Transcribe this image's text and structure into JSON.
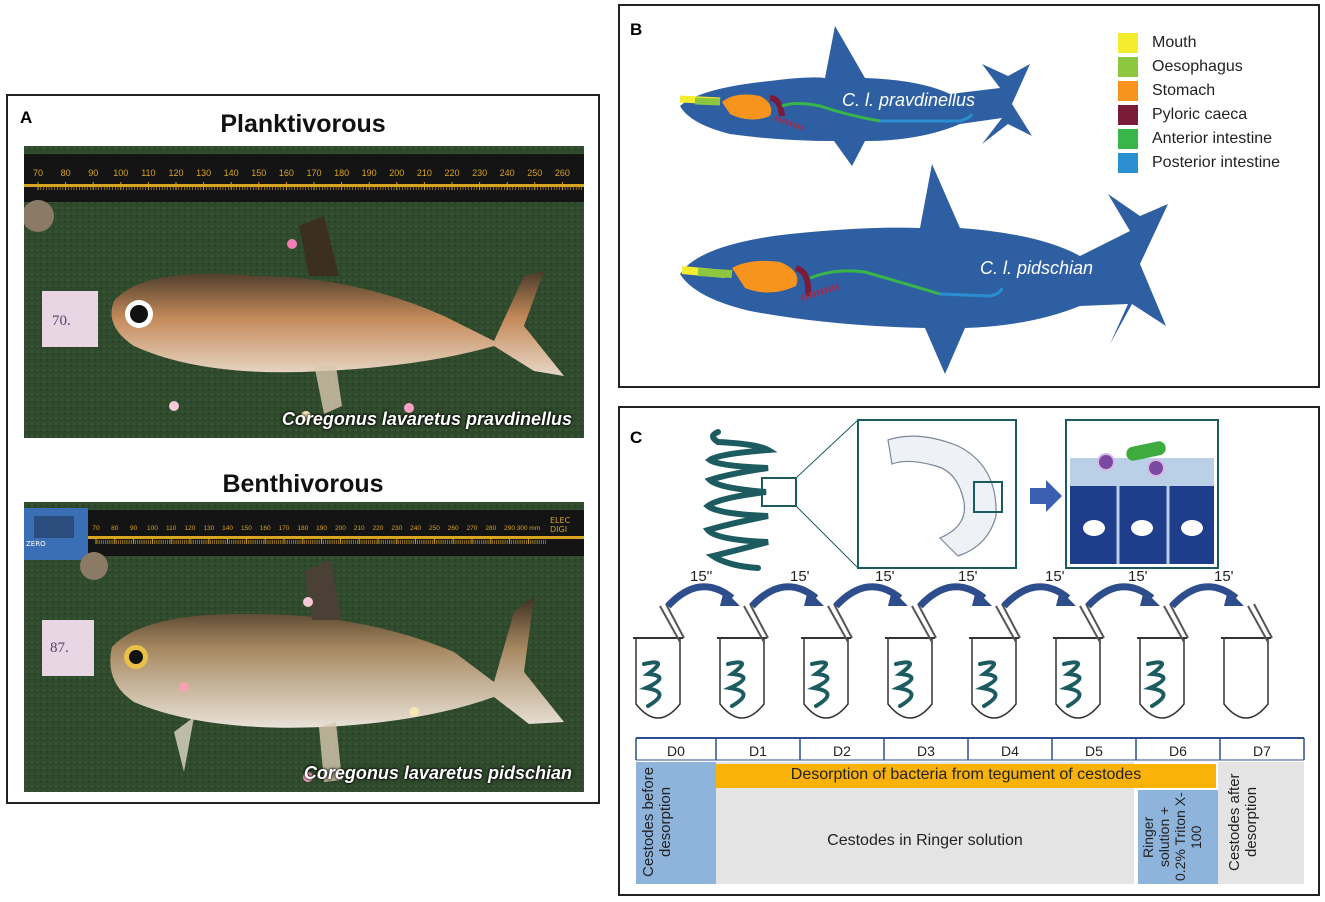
{
  "panel_a": {
    "label": "A",
    "top_title": "Planktivorous",
    "bottom_title": "Benthivorous",
    "top_caption": "Coregonus lavaretus pravdinellus",
    "bottom_caption": "Coregonus lavaretus pidschian",
    "top_tag": "70.",
    "bottom_tag": "87.",
    "ruler_top_ticks": [
      "70",
      "80",
      "90",
      "100",
      "110",
      "120",
      "130",
      "140",
      "150",
      "160",
      "170",
      "180",
      "190",
      "200",
      "210",
      "220",
      "230",
      "240",
      "250",
      "260"
    ],
    "ruler_bottom_ticks": [
      "70",
      "80",
      "90",
      "100",
      "110",
      "120",
      "130",
      "140",
      "150",
      "160",
      "170",
      "180",
      "190",
      "200",
      "210",
      "220",
      "230",
      "240",
      "250",
      "260",
      "270",
      "280",
      "290",
      "300 mm"
    ],
    "ruler_bottom_brand": "ELEC DIGI",
    "caliper_display": "ZERO"
  },
  "panel_b": {
    "label": "B",
    "species_top": "C. l. pravdinellus",
    "species_bottom": "C. l. pidschian",
    "legend": [
      {
        "label": "Mouth",
        "color": "#f4ec2f"
      },
      {
        "label": "Oesophagus",
        "color": "#8dc63f"
      },
      {
        "label": "Stomach",
        "color": "#f7941d"
      },
      {
        "label": "Pyloric caeca",
        "color": "#7a1b3a"
      },
      {
        "label": "Anterior intestine",
        "color": "#39b54a"
      },
      {
        "label": "Posterior intestine",
        "color": "#2a8fd0"
      }
    ],
    "fish_color": "#2e5fa3"
  },
  "panel_c": {
    "label": "C",
    "intervals": [
      "15''",
      "15'",
      "15'",
      "15'",
      "15'",
      "15'",
      "15'"
    ],
    "days": [
      "D0",
      "D1",
      "D2",
      "D3",
      "D4",
      "D5",
      "D6",
      "D7"
    ],
    "desorption_label": "Desorption of bacteria from tegument of cestodes",
    "before_label": "Cestodes before desorption",
    "ringer_label": "Cestodes in Ringer solution",
    "triton_label": "Ringer solution + 0.2% Triton X-100",
    "after_label": "Cestodes after desorption",
    "colors": {
      "blue_box": "#8fb4dc",
      "grey_box": "#e4e4e4",
      "orange_bar": "#f9b208",
      "arrow": "#2e4d8c",
      "worm": "#1c5c60"
    }
  }
}
